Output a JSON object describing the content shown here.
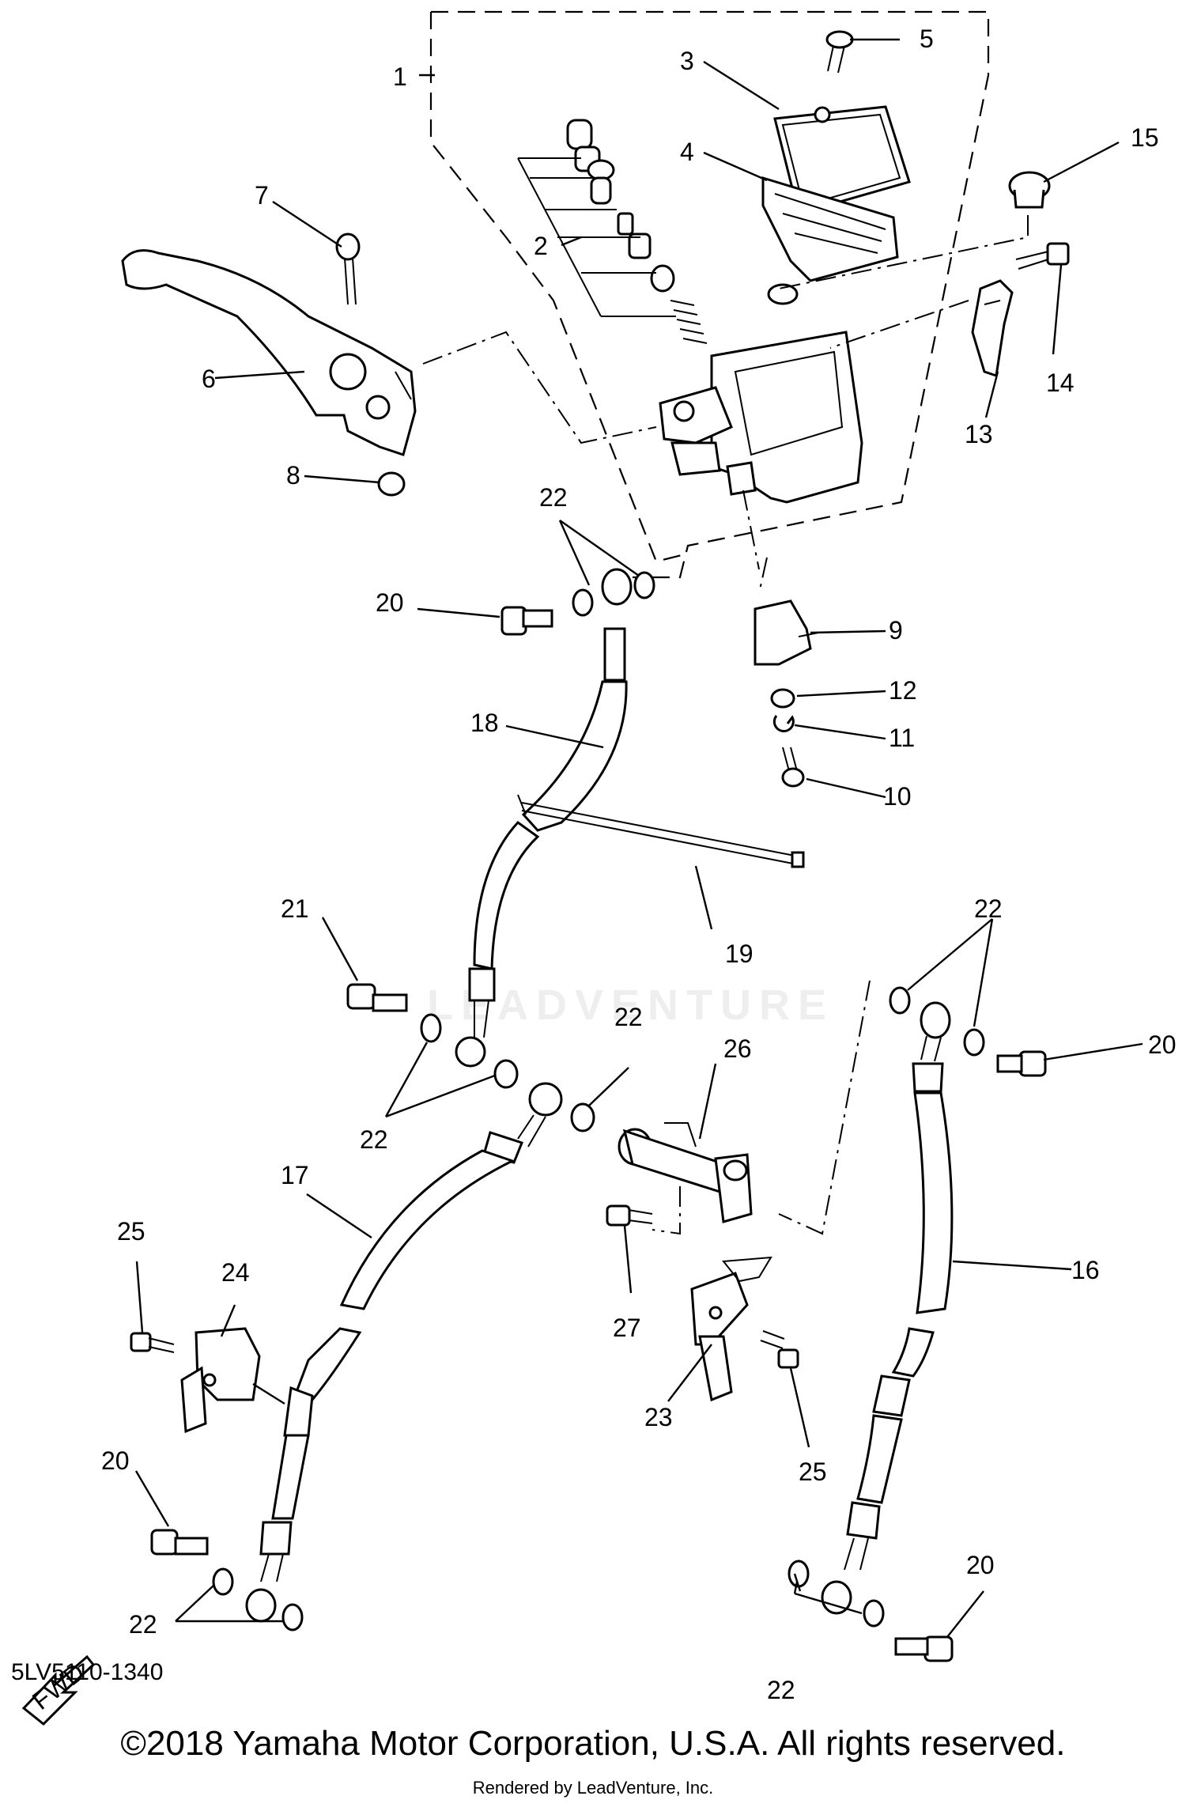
{
  "diagram": {
    "code": "5LV5110-1340",
    "fwd_label": "FWD",
    "copyright": "©2018 Yamaha Motor Corporation, U.S.A. All rights reserved.",
    "rendered_by": "Rendered by LeadVenture, Inc.",
    "watermark": "LEADVENTURE"
  },
  "callouts": [
    {
      "id": "c1",
      "label": "1"
    },
    {
      "id": "c2",
      "label": "2"
    },
    {
      "id": "c3",
      "label": "3"
    },
    {
      "id": "c4",
      "label": "4"
    },
    {
      "id": "c5",
      "label": "5"
    },
    {
      "id": "c6",
      "label": "6"
    },
    {
      "id": "c7",
      "label": "7"
    },
    {
      "id": "c8",
      "label": "8"
    },
    {
      "id": "c9",
      "label": "9"
    },
    {
      "id": "c10",
      "label": "10"
    },
    {
      "id": "c11",
      "label": "11"
    },
    {
      "id": "c12",
      "label": "12"
    },
    {
      "id": "c13",
      "label": "13"
    },
    {
      "id": "c14",
      "label": "14"
    },
    {
      "id": "c15",
      "label": "15"
    },
    {
      "id": "c16",
      "label": "16"
    },
    {
      "id": "c17",
      "label": "17"
    },
    {
      "id": "c18",
      "label": "18"
    },
    {
      "id": "c19",
      "label": "19"
    },
    {
      "id": "c20a",
      "label": "20"
    },
    {
      "id": "c20b",
      "label": "20"
    },
    {
      "id": "c20c",
      "label": "20"
    },
    {
      "id": "c20d",
      "label": "20"
    },
    {
      "id": "c21",
      "label": "21"
    },
    {
      "id": "c22a",
      "label": "22"
    },
    {
      "id": "c22b",
      "label": "22"
    },
    {
      "id": "c22c",
      "label": "22"
    },
    {
      "id": "c22d",
      "label": "22"
    },
    {
      "id": "c22e",
      "label": "22"
    },
    {
      "id": "c22f",
      "label": "22"
    },
    {
      "id": "c23",
      "label": "23"
    },
    {
      "id": "c24",
      "label": "24"
    },
    {
      "id": "c25a",
      "label": "25"
    },
    {
      "id": "c25b",
      "label": "25"
    },
    {
      "id": "c26",
      "label": "26"
    },
    {
      "id": "c27",
      "label": "27"
    }
  ]
}
